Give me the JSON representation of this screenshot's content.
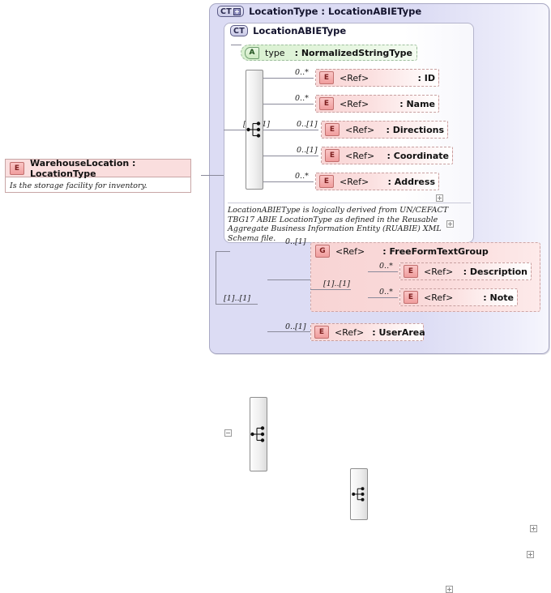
{
  "diagram": {
    "type": "xml-schema-diagram",
    "root_element": {
      "badge": "E",
      "title": "WarehouseLocation : LocationType",
      "documentation": "Is the storage facility for inventory.",
      "toggle": "minus"
    },
    "complex_type_outer": {
      "badge": "CT",
      "title": "LocationType : LocationABIEType",
      "has_plus": true
    },
    "complex_type_inner": {
      "badge": "CT",
      "title": "LocationABIEType"
    },
    "attribute": {
      "badge": "A",
      "name": "type",
      "type": ": NormalizedStringType"
    },
    "sequence_main": {
      "cardinality": "[1]..[1]",
      "icon": "sequence-icon"
    },
    "elements": [
      {
        "badge": "E",
        "ref": "<Ref>",
        "name": ": ID",
        "cardinality": "0..*",
        "expand": "+"
      },
      {
        "badge": "E",
        "ref": "<Ref>",
        "name": ": Name",
        "cardinality": "0..*",
        "expand": "+"
      },
      {
        "badge": "E",
        "ref": "<Ref>",
        "name": ": Directions",
        "cardinality": "0..[1]",
        "expand": "+"
      },
      {
        "badge": "E",
        "ref": "<Ref>",
        "name": ": Coordinate",
        "cardinality": "0..[1]",
        "expand": "+"
      },
      {
        "badge": "E",
        "ref": "<Ref>",
        "name": ": Address",
        "cardinality": "0..*",
        "expand": "+"
      }
    ],
    "annotation": "LocationABIEType is logically derived from UN/CEFACT TBG17 ABIE LocationType as defined in the Reusable Aggregate Business Information Entity (RUABIE) XML Schema file.",
    "sequence_lower": {
      "cardinality": "[1]..[1]",
      "icon": "sequence-icon"
    },
    "group": {
      "badge": "G",
      "ref": "<Ref>",
      "name": ": FreeFormTextGroup",
      "cardinality": "0..[1]",
      "sequence": {
        "cardinality": "[1]..[1]",
        "icon": "sequence-icon"
      },
      "elements": [
        {
          "badge": "E",
          "ref": "<Ref>",
          "name": ": Description",
          "cardinality": "0..*",
          "expand": "+"
        },
        {
          "badge": "E",
          "ref": "<Ref>",
          "name": ": Note",
          "cardinality": "0..*",
          "expand": "+"
        }
      ]
    },
    "user_area": {
      "badge": "E",
      "ref": "<Ref>",
      "name": ": UserArea",
      "cardinality": "0..[1]",
      "expand": "+"
    },
    "colors": {
      "container": "#dcdcf4",
      "element": "#f9d6d6",
      "attribute": "#d8f0cf",
      "line": "#8a8a9a"
    }
  }
}
